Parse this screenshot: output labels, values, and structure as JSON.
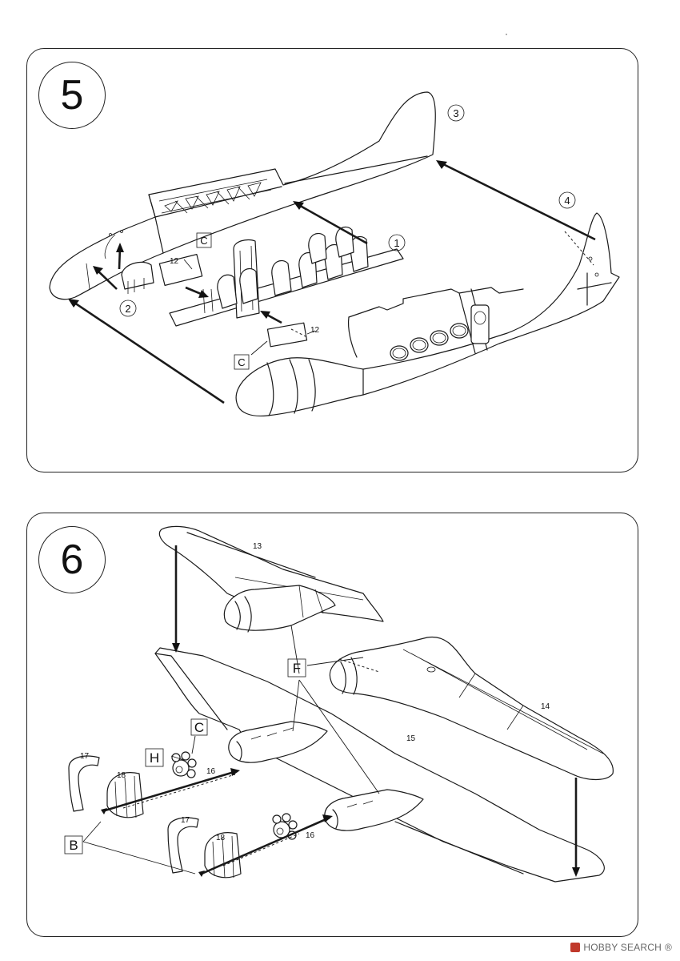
{
  "steps": [
    {
      "number": "5",
      "parts": {
        "p1": "1",
        "p2": "2",
        "p3": "3",
        "p4": "4",
        "p12a": "12",
        "p12b": "12"
      },
      "boxes": {
        "c1": "C",
        "c2": "C"
      }
    },
    {
      "number": "6",
      "parts": {
        "p13": "13",
        "p14": "14",
        "p15": "15",
        "p16a": "16",
        "p16b": "16",
        "p17a": "17",
        "p17b": "17",
        "p18a": "18",
        "p18b": "18"
      },
      "boxes": {
        "f": "F",
        "c": "C",
        "h": "H",
        "b": "B"
      }
    }
  ],
  "footer": {
    "brand": "HOBBY SEARCH",
    "trademark": "®"
  }
}
